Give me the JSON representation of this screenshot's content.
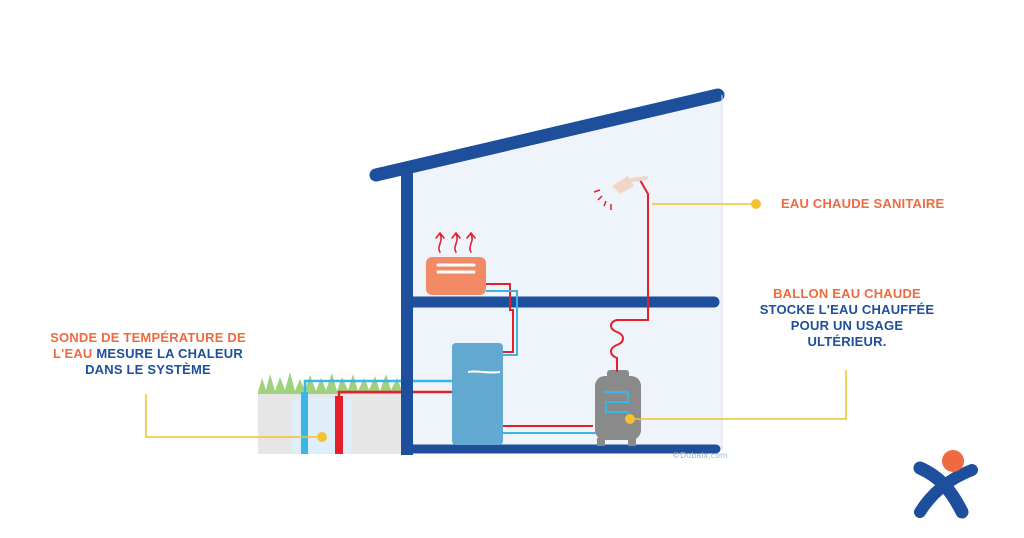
{
  "labels": {
    "sonde": {
      "highlight": "SONDE DE TEMPÉRATURE DE L'EAU",
      "rest": "MESURE LA CHALEUR DANS LE SYSTÈME"
    },
    "ecs": {
      "title": "EAU CHAUDE SANITAIRE"
    },
    "ballon": {
      "title": "BALLON EAU CHAUDE",
      "description": "STOCKE L'EAU CHAUFFÉE POUR UN USAGE ULTÉRIEUR."
    }
  },
  "credit": "©Dubaix.com",
  "colors": {
    "accent_orange": "#ef6a3e",
    "brand_blue": "#1d4f9c",
    "hot_pipe": "#e5202b",
    "cold_pipe": "#39b6e6",
    "callout_yellow": "#f2c230"
  },
  "logo": "axa-style-x-logo-icon"
}
